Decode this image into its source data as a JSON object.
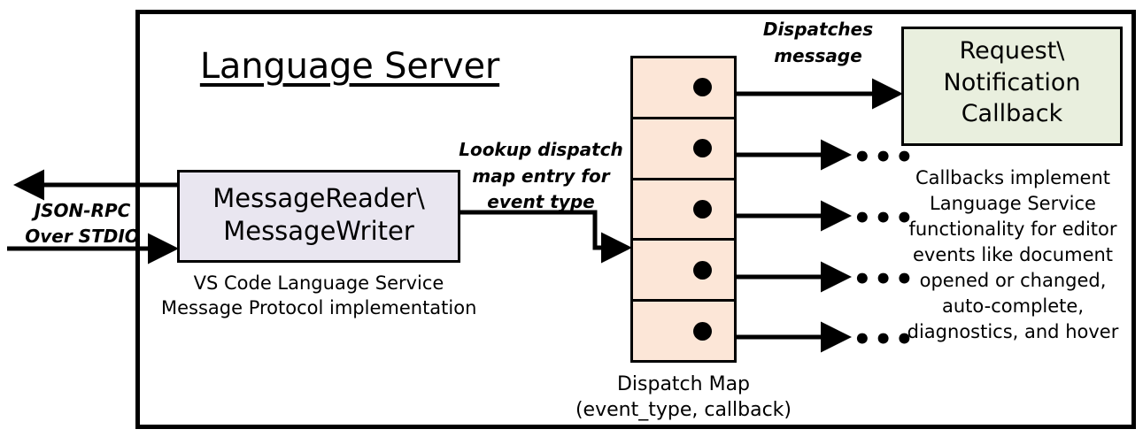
{
  "diagram": {
    "title": "Language Server",
    "outer_border_color": "#000000",
    "background": "#ffffff"
  },
  "message_io": {
    "box_label": "MessageReader\\\nMessageWriter",
    "box_fill": "#E9E6F0",
    "caption": "VS Code Language Service\nMessage Protocol implementation",
    "transport_label": "JSON-RPC\nOver STDIO",
    "outbound_arrow_name": "outbound-arrow",
    "inbound_arrow_name": "inbound-arrow"
  },
  "lookup": {
    "label": "Lookup dispatch\nmap entry for\nevent type"
  },
  "dispatch_map": {
    "fill": "#FCE6D7",
    "caption": "Dispatch Map\n(event_type, callback)",
    "rows": [
      {
        "index": 1,
        "dot": true
      },
      {
        "index": 2,
        "dot": true
      },
      {
        "index": 3,
        "dot": true
      },
      {
        "index": 4,
        "dot": true
      },
      {
        "index": 5,
        "dot": true
      }
    ]
  },
  "dispatch": {
    "label": "Dispatches\nmessage"
  },
  "callback": {
    "box_label": "Request\\\nNotification\nCallback",
    "box_fill": "#E9EFDE",
    "caption": "Callbacks implement\nLanguage Service\nfunctionality for editor\nevents like document\nopened or changed,\nauto-complete,\ndiagnostics, and hover"
  },
  "ellipses": {
    "glyph": "•••",
    "items": [
      {
        "row": 2
      },
      {
        "row": 3
      },
      {
        "row": 4
      },
      {
        "row": 5
      }
    ]
  }
}
